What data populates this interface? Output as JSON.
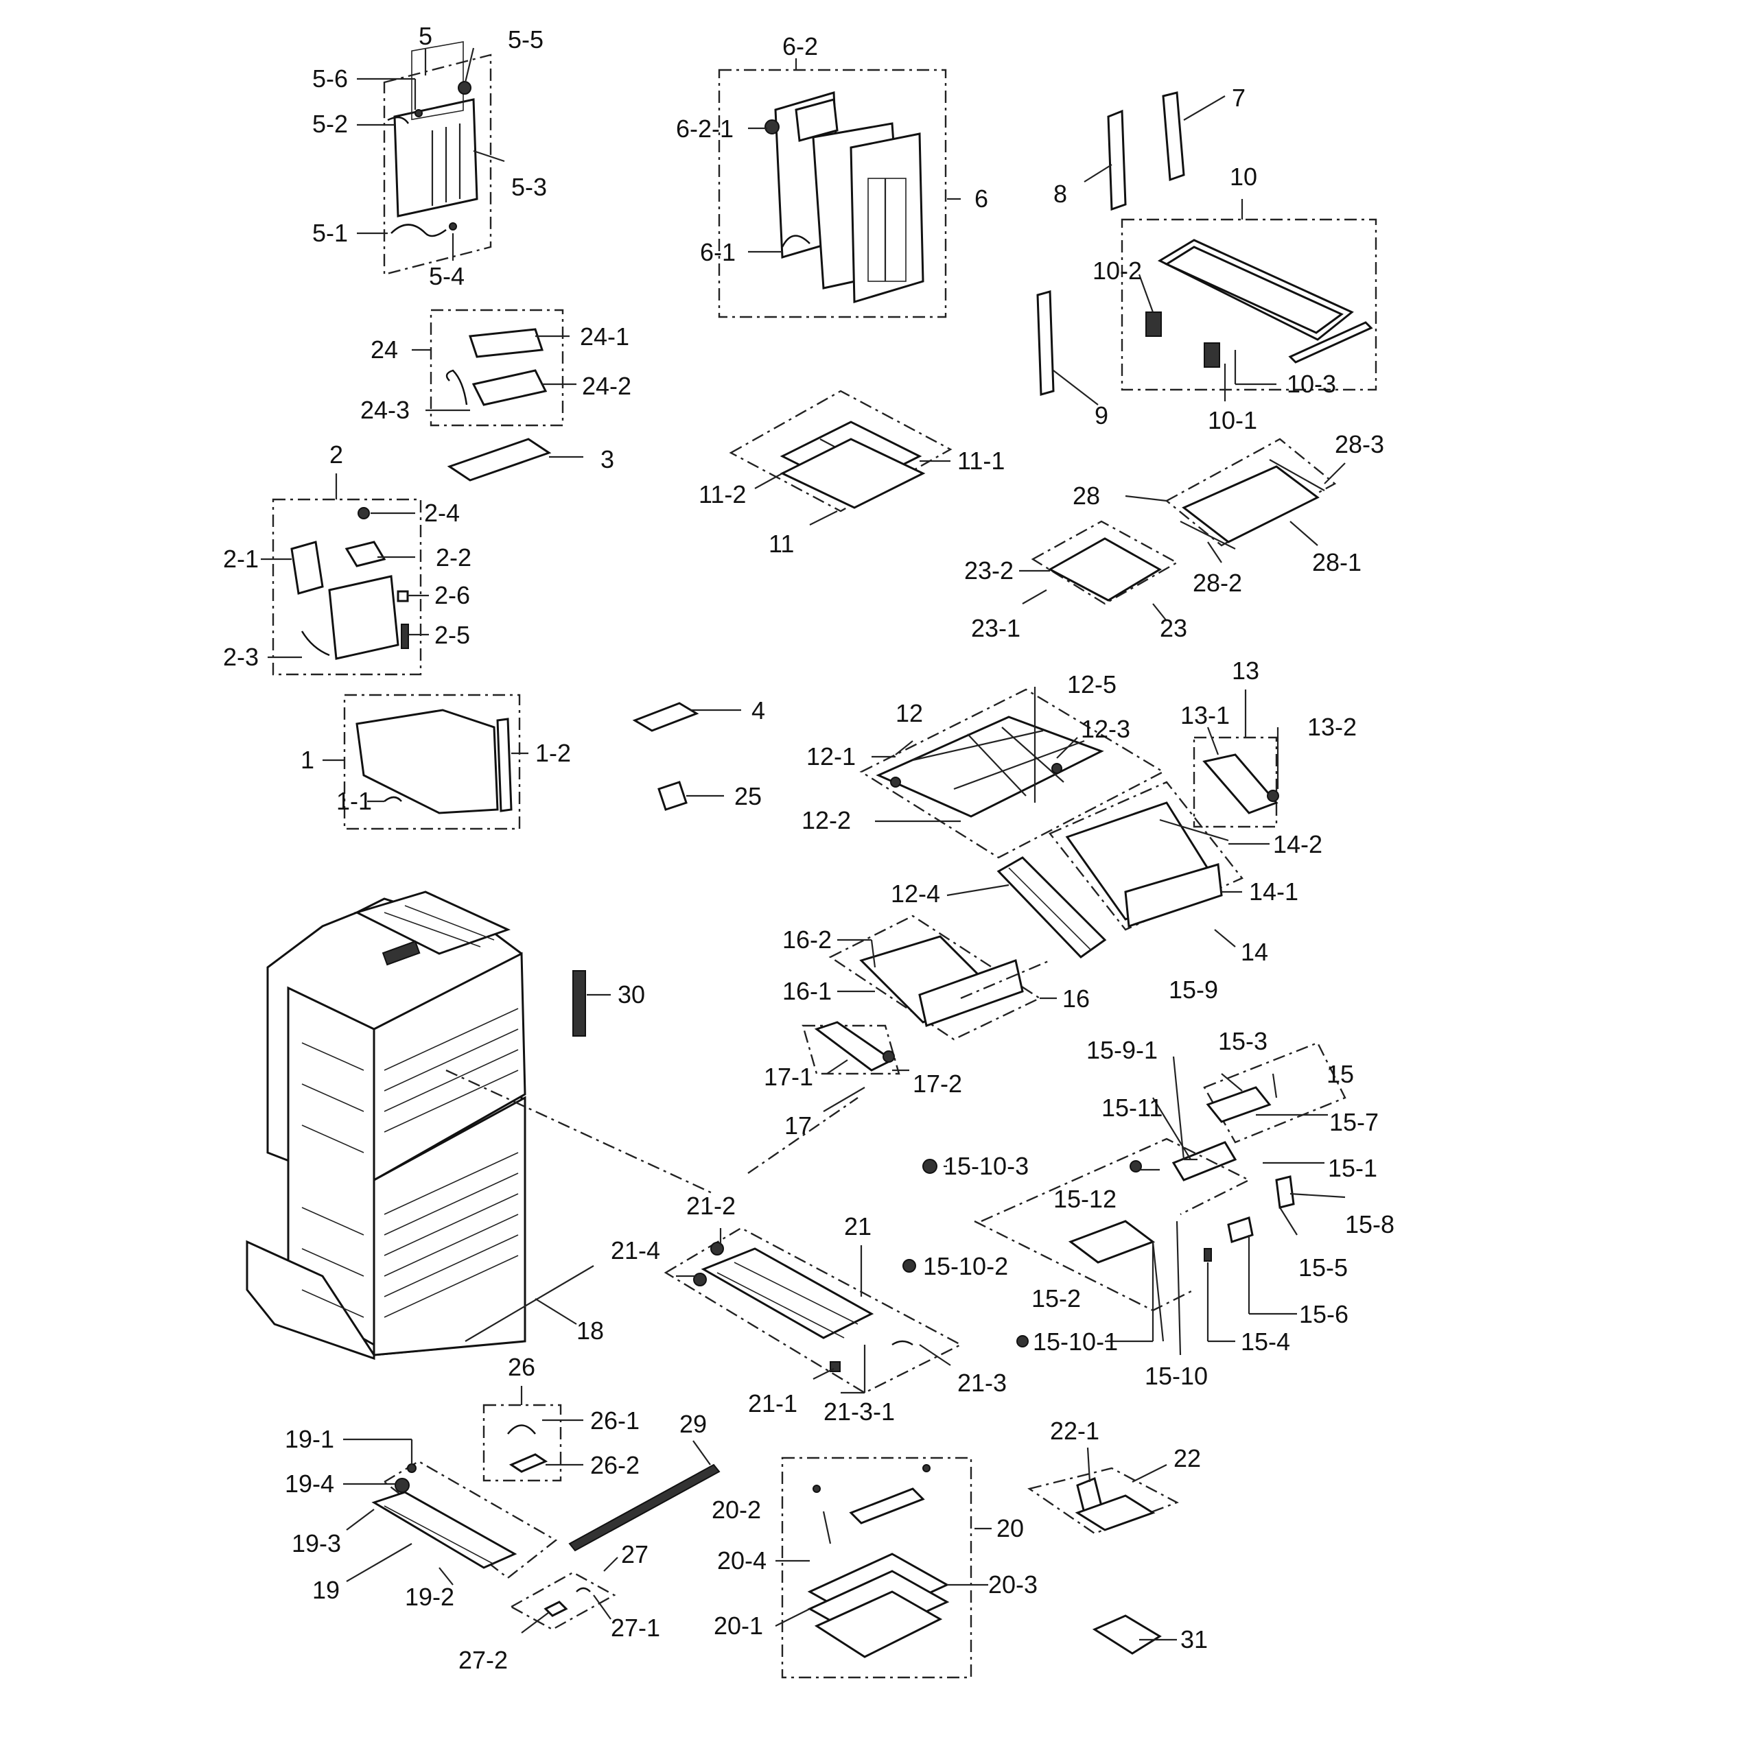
{
  "diagram": {
    "labels": {
      "5": "5",
      "5_5": "5-5",
      "5_6": "5-6",
      "5_2": "5-2",
      "5_3": "5-3",
      "5_1": "5-1",
      "5_4": "5-4",
      "6_2": "6-2",
      "6_2_1": "6-2-1",
      "6": "6",
      "6_1": "6-1",
      "7": "7",
      "8": "8",
      "10": "10",
      "10_2": "10-2",
      "10_3": "10-3",
      "10_1": "10-1",
      "9": "9",
      "24": "24",
      "24_1": "24-1",
      "24_2": "24-2",
      "24_3": "24-3",
      "3": "3",
      "2": "2",
      "2_4": "2-4",
      "2_1": "2-1",
      "2_2": "2-2",
      "2_6": "2-6",
      "2_5": "2-5",
      "2_3": "2-3",
      "11_1": "11-1",
      "11_2": "11-2",
      "11": "11",
      "28_3": "28-3",
      "28": "28",
      "28_1": "28-1",
      "28_2": "28-2",
      "23_2": "23-2",
      "23_1": "23-1",
      "23": "23",
      "12_5": "12-5",
      "12": "12",
      "12_3": "12-3",
      "12_1": "12-1",
      "12_2": "12-2",
      "12_4": "12-4",
      "13": "13",
      "13_1": "13-1",
      "13_2": "13-2",
      "14_2": "14-2",
      "14_1": "14-1",
      "14": "14",
      "1": "1",
      "1_2": "1-2",
      "1_1": "1-1",
      "4": "4",
      "25": "25",
      "16_2": "16-2",
      "16_1": "16-1",
      "16": "16",
      "17_1": "17-1",
      "17_2": "17-2",
      "17": "17",
      "30": "30",
      "15_9": "15-9",
      "15_9_1": "15-9-1",
      "15_3": "15-3",
      "15": "15",
      "15_11": "15-11",
      "15_7": "15-7",
      "15_1": "15-1",
      "15_10_3": "15-10-3",
      "15_12": "15-12",
      "15_8": "15-8",
      "15_5": "15-5",
      "15_10_2": "15-10-2",
      "15_2": "15-2",
      "15_6": "15-6",
      "15_10_1": "15-10-1",
      "15_4": "15-4",
      "15_10": "15-10",
      "21_2": "21-2",
      "21": "21",
      "21_4": "21-4",
      "18": "18",
      "21_3": "21-3",
      "21_1": "21-1",
      "21_3_1": "21-3-1",
      "26": "26",
      "26_1": "26-1",
      "26_2": "26-2",
      "29": "29",
      "19_1": "19-1",
      "19_4": "19-4",
      "19_3": "19-3",
      "19": "19",
      "19_2": "19-2",
      "27": "27",
      "27_1": "27-1",
      "27_2": "27-2",
      "20_2": "20-2",
      "20": "20",
      "20_4": "20-4",
      "20_3": "20-3",
      "20_1": "20-1",
      "22_1": "22-1",
      "22": "22",
      "31": "31"
    }
  }
}
